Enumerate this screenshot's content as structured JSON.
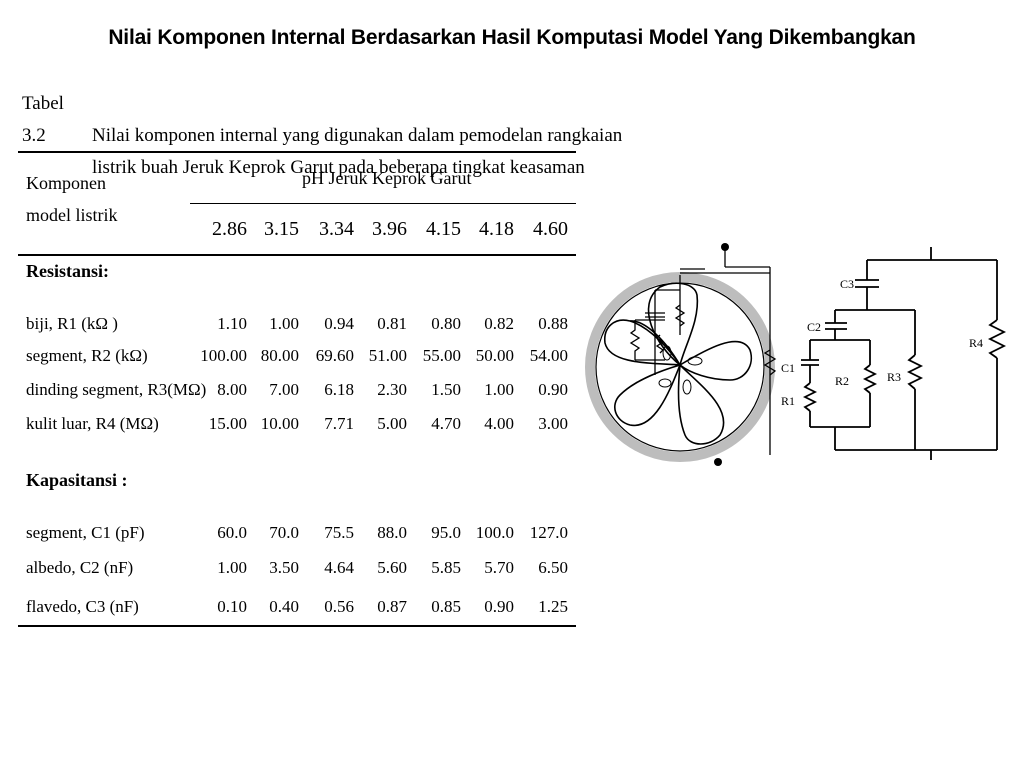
{
  "slide_title": "Nilai Komponen Internal Berdasarkan Hasil Komputasi Model Yang Dikembangkan",
  "table": {
    "caption_label": "Tabel 3.2",
    "caption_line1": "Nilai komponen  internal yang digunakan dalam pemodelan rangkaian",
    "caption_line2": "listrik buah Jeruk Keprok Garut pada beberapa tingkat keasaman",
    "component_header_line1": "Komponen",
    "component_header_line2": "model listrik",
    "ph_header": "pH Jeruk Keprok Garut",
    "ph_values": [
      "2.86",
      "3.15",
      "3.34",
      "3.96",
      "4.15",
      "4.18",
      "4.60"
    ],
    "section_resistance": "Resistansi:",
    "section_capacitance": "Kapasitansi :",
    "rows": [
      {
        "label": "biji, R1 (kΩ )",
        "values": [
          "1.10",
          "1.00",
          "0.94",
          "0.81",
          "0.80",
          "0.82",
          "0.88"
        ]
      },
      {
        "label": "segment, R2 (kΩ)",
        "values": [
          "100.00",
          "80.00",
          "69.60",
          "51.00",
          "55.00",
          "50.00",
          "54.00"
        ]
      },
      {
        "label": "dinding segment, R3(MΩ)",
        "values": [
          "8.00",
          "7.00",
          "6.18",
          "2.30",
          "1.50",
          "1.00",
          "0.90"
        ]
      },
      {
        "label": "kulit luar, R4 (MΩ)",
        "values": [
          "15.00",
          "10.00",
          "7.71",
          "5.00",
          "4.70",
          "4.00",
          "3.00"
        ]
      },
      {
        "label": "segment, C1 (pF)",
        "values": [
          "60.0",
          "70.0",
          "75.5",
          "88.0",
          "95.0",
          "100.0",
          "127.0"
        ]
      },
      {
        "label": "albedo, C2 (nF)",
        "values": [
          "1.00",
          "3.50",
          "4.64",
          "5.60",
          "5.85",
          "5.70",
          "6.50"
        ]
      },
      {
        "label": "flavedo, C3 (nF)",
        "values": [
          "0.10",
          "0.40",
          "0.56",
          "0.87",
          "0.85",
          "0.90",
          "1.25"
        ]
      }
    ]
  },
  "circuit": {
    "label_c1": "C1",
    "label_r1": "R1",
    "label_r2": "R2",
    "label_r3": "R3",
    "label_r4": "R4",
    "label_c2": "C2",
    "label_c3": "C3"
  }
}
